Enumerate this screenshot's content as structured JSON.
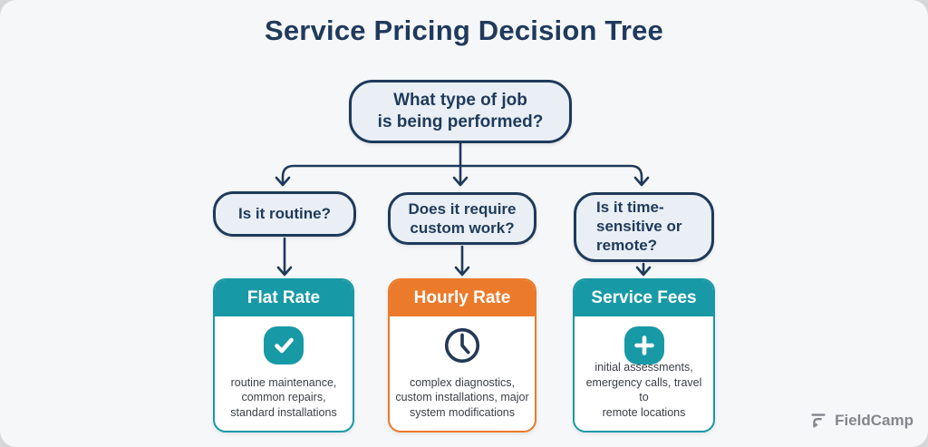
{
  "title": "Service Pricing Decision Tree",
  "root": {
    "lines": [
      "What type of job",
      "is being performed?"
    ]
  },
  "questions": [
    {
      "lines": [
        "Is it routine?"
      ]
    },
    {
      "lines": [
        "Does it require",
        "custom work?"
      ]
    },
    {
      "lines": [
        "Is it time-",
        "sensitive or",
        "remote?"
      ]
    }
  ],
  "cards": [
    {
      "title": "Flat Rate",
      "icon": "check-icon",
      "accent": "#1899a6",
      "lines": [
        "routine maintenance,",
        "common repairs,",
        "standard installations"
      ]
    },
    {
      "title": "Hourly Rate",
      "icon": "clock-icon",
      "accent": "#ec7a2b",
      "lines": [
        "complex diagnostics,",
        "custom installations, major",
        "system modifications"
      ]
    },
    {
      "title": "Service Fees",
      "icon": "plus-icon",
      "accent": "#1899a6",
      "lines": [
        "initial assessments,",
        "emergency calls, travel to",
        "remote locations"
      ]
    }
  ],
  "branding": {
    "name": "FieldCamp"
  },
  "colors": {
    "navy": "#1f3a5a",
    "teal": "#1899a6",
    "orange": "#ec7a2b",
    "node_fill": "#e9eff5",
    "canvas_bg": "#f6f7f8",
    "outer_bg": "#d6d7d8",
    "body_text": "#3b3f45",
    "logo_gray": "#85868d"
  }
}
